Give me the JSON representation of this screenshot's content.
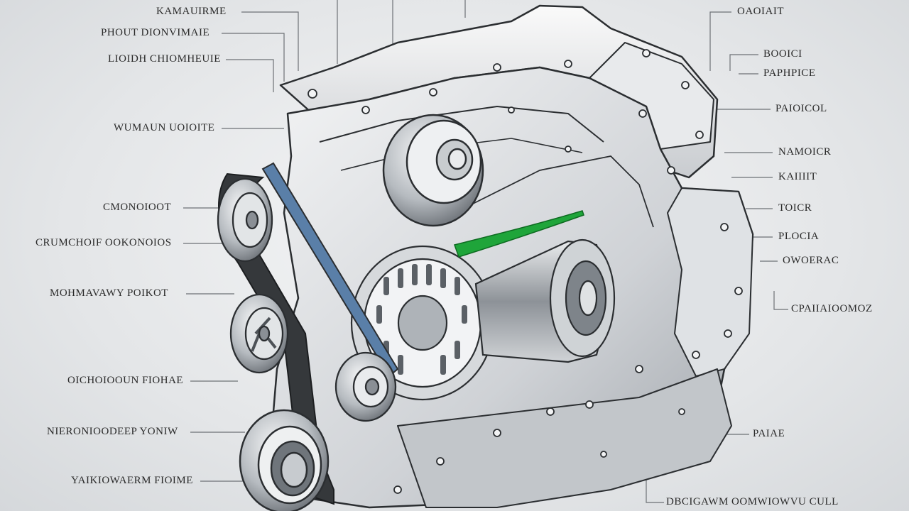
{
  "diagram": {
    "left_labels": [
      "KAMAUIRME",
      "PHOUT DIONVIMAIE",
      "LIOIDH CHIOMHEUIE",
      "WUMAUN UOIOITE",
      "CMONOIOOT",
      "CRUMCHOIF OOKONOIOS",
      "MOHMAVAWY POIKOT",
      "OICHOIOOUN FIOHAE",
      "NIERONIOODEEP YONIW",
      "YAIKIOWAERM FIOIME"
    ],
    "right_labels": [
      "OAOIAIT",
      "BOOICI",
      "PAPHPICE",
      "PAIOICOL",
      "NAMOICR",
      "KAIIIIT",
      "TOICR",
      "PLOCIA",
      "OWOERAC",
      "CPAIIAIOOMOZ",
      "PAIAE"
    ],
    "bottom_label": "DBCIGAWM OOMWIOWVU CULL",
    "colors": {
      "metal_light": "#eceef0",
      "metal_mid": "#b9bdc2",
      "metal_dark": "#5c6166",
      "outline": "#2b2e31",
      "belt": "#35383b",
      "belt_blue": "#5a7fa8",
      "accent_green": "#1fa53a"
    }
  }
}
